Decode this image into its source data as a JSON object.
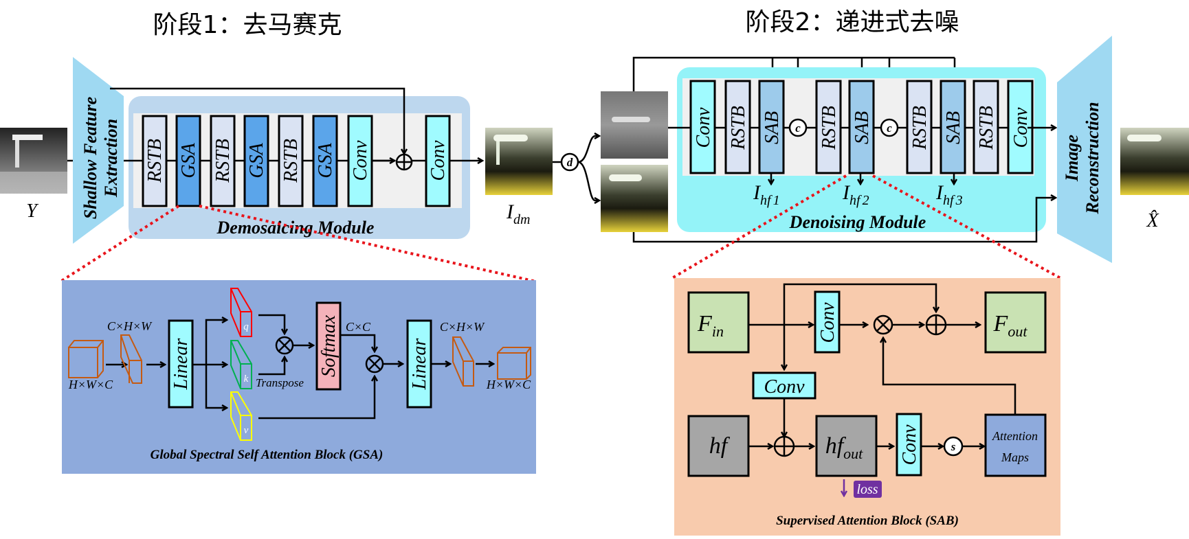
{
  "stage1": {
    "title": "阶段1：去马赛克"
  },
  "stage2": {
    "title": "阶段2：递进式去噪"
  },
  "colors": {
    "rstb": "#dae3f3",
    "gsa": "#5ba5ea",
    "conv": "#a0fbff",
    "sab": "#9dcbeb",
    "demosaic_bg": "#bdd7ee",
    "denoise_bg": "#94f3f8",
    "gsa_panel": "#8eaadc",
    "sab_panel": "#f8cbad",
    "feature_green": "#c9e2b3",
    "hf_gray": "#a6a6a6",
    "attention_blue": "#8eaadc",
    "softmax": "#f4b2ba",
    "trapezoid": "#9fd9f2",
    "loss_badge": "#7030a0",
    "dotted": "#e8141b"
  },
  "inputs": {
    "y_label": "Y",
    "idm_label": "I",
    "idm_sub": "dm",
    "out_label": "X̂",
    "d_op": "d"
  },
  "shallow": {
    "line1": "Shallow Feature",
    "line2": "Extraction"
  },
  "reconstruction": {
    "line1": "Image",
    "line2": "Reconstruction"
  },
  "demosaic": {
    "title": "Demosaicing Module",
    "blocks": [
      "RSTB",
      "GSA",
      "RSTB",
      "GSA",
      "RSTB",
      "GSA",
      "Conv"
    ],
    "post_conv": "Conv"
  },
  "denoise": {
    "title": "Denoising Module",
    "blocks": [
      "Conv",
      "RSTB",
      "SAB",
      "c",
      "RSTB",
      "SAB",
      "c",
      "RSTB",
      "SAB",
      "RSTB",
      "Conv"
    ],
    "outputs": [
      {
        "main": "I",
        "sub": "hf",
        "num": "1"
      },
      {
        "main": "I",
        "sub": "hf",
        "num": "2"
      },
      {
        "main": "I",
        "sub": "hf",
        "num": "3"
      }
    ]
  },
  "gsa_block": {
    "title": "Global Spectral Self Attention Block (GSA)",
    "in_dim": "H×W×C",
    "chw1": "C×H×W",
    "linear1": "Linear",
    "q": "q",
    "k": "k",
    "v": "v",
    "transpose": "Transpose",
    "softmax": "Softmax",
    "cxc": "C×C",
    "linear2": "Linear",
    "chw2": "C×H×W",
    "out_dim": "H×W×C"
  },
  "sab_block": {
    "title": "Supervised Attention Block (SAB)",
    "f_in": "F",
    "f_in_sub": "in",
    "conv_top": "Conv",
    "f_out": "F",
    "f_out_sub": "out",
    "conv_mid": "Conv",
    "hf": "hf",
    "hf_out": "hf",
    "hf_out_sub": "out",
    "conv_bottom": "Conv",
    "s_op": "s",
    "attention1": "Attention",
    "attention2": "Maps",
    "loss": "loss"
  }
}
